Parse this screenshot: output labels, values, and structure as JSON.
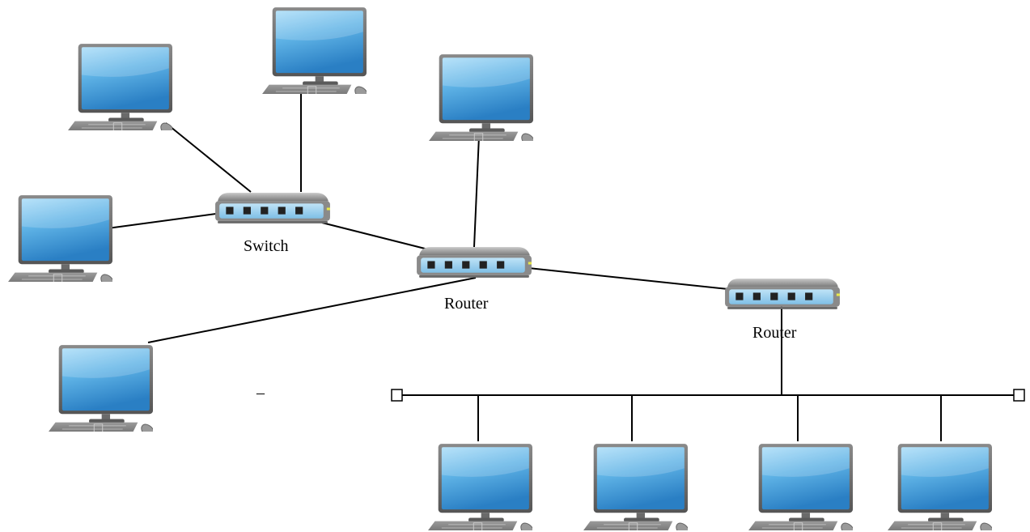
{
  "labels": {
    "switch": "Switch",
    "router_center": "Router",
    "router_right": "Router",
    "stray_mark": "–"
  },
  "nodes": {
    "computers": [
      "pc-top-left",
      "pc-top-middle",
      "pc-top-right",
      "pc-left",
      "pc-bottom-left",
      "pc-bus-1",
      "pc-bus-2",
      "pc-bus-3",
      "pc-bus-4"
    ],
    "network_devices": [
      "switch",
      "router-center",
      "router-right"
    ]
  },
  "links": [
    [
      "pc-top-left",
      "switch"
    ],
    [
      "pc-top-middle",
      "switch"
    ],
    [
      "pc-left",
      "switch"
    ],
    [
      "switch",
      "router-center"
    ],
    [
      "pc-top-right",
      "router-center"
    ],
    [
      "pc-bottom-left",
      "router-center"
    ],
    [
      "router-center",
      "router-right"
    ],
    [
      "router-right",
      "bus"
    ],
    [
      "bus",
      "pc-bus-1"
    ],
    [
      "bus",
      "pc-bus-2"
    ],
    [
      "bus",
      "pc-bus-3"
    ],
    [
      "bus",
      "pc-bus-4"
    ]
  ],
  "bus": {
    "terminators": 2
  },
  "colors": {
    "screen_light": "#9fd8f7",
    "screen_mid": "#4aa3df",
    "screen_dark": "#1e6fb7",
    "bezel": "#6e6e6e",
    "device_body": "#8c8c8c",
    "port_panel": "#a9d6f2",
    "led": "#e8e84a",
    "line": "#000000"
  }
}
